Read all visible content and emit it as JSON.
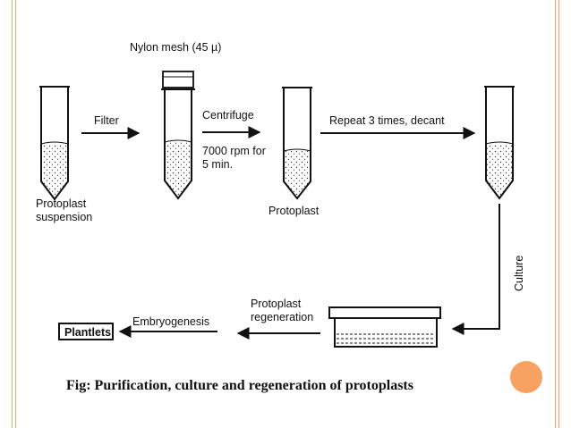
{
  "diagram": {
    "labels": {
      "nylon_mesh": "Nylon mesh (45 µ)",
      "filter": "Filter",
      "centrifuge": "Centrifuge",
      "rpm_line1": "7000 rpm for",
      "rpm_line2": "5 min.",
      "repeat": "Repeat 3 times, decant",
      "protoplast_suspension_line1": "Protoplast",
      "protoplast_suspension_line2": "suspension",
      "protoplast": "Protoplast",
      "culture": "Culture",
      "regeneration_line1": "Protoplast",
      "regeneration_line2": "regeneration",
      "embryogenesis": "Embryogenesis",
      "plantlets": "Plantlets"
    }
  },
  "caption": "Fig:  Purification, culture and regeneration of protoplasts",
  "colors": {
    "accent": "#f7a261",
    "border": "#f0a36b",
    "stroke": "#111111"
  }
}
